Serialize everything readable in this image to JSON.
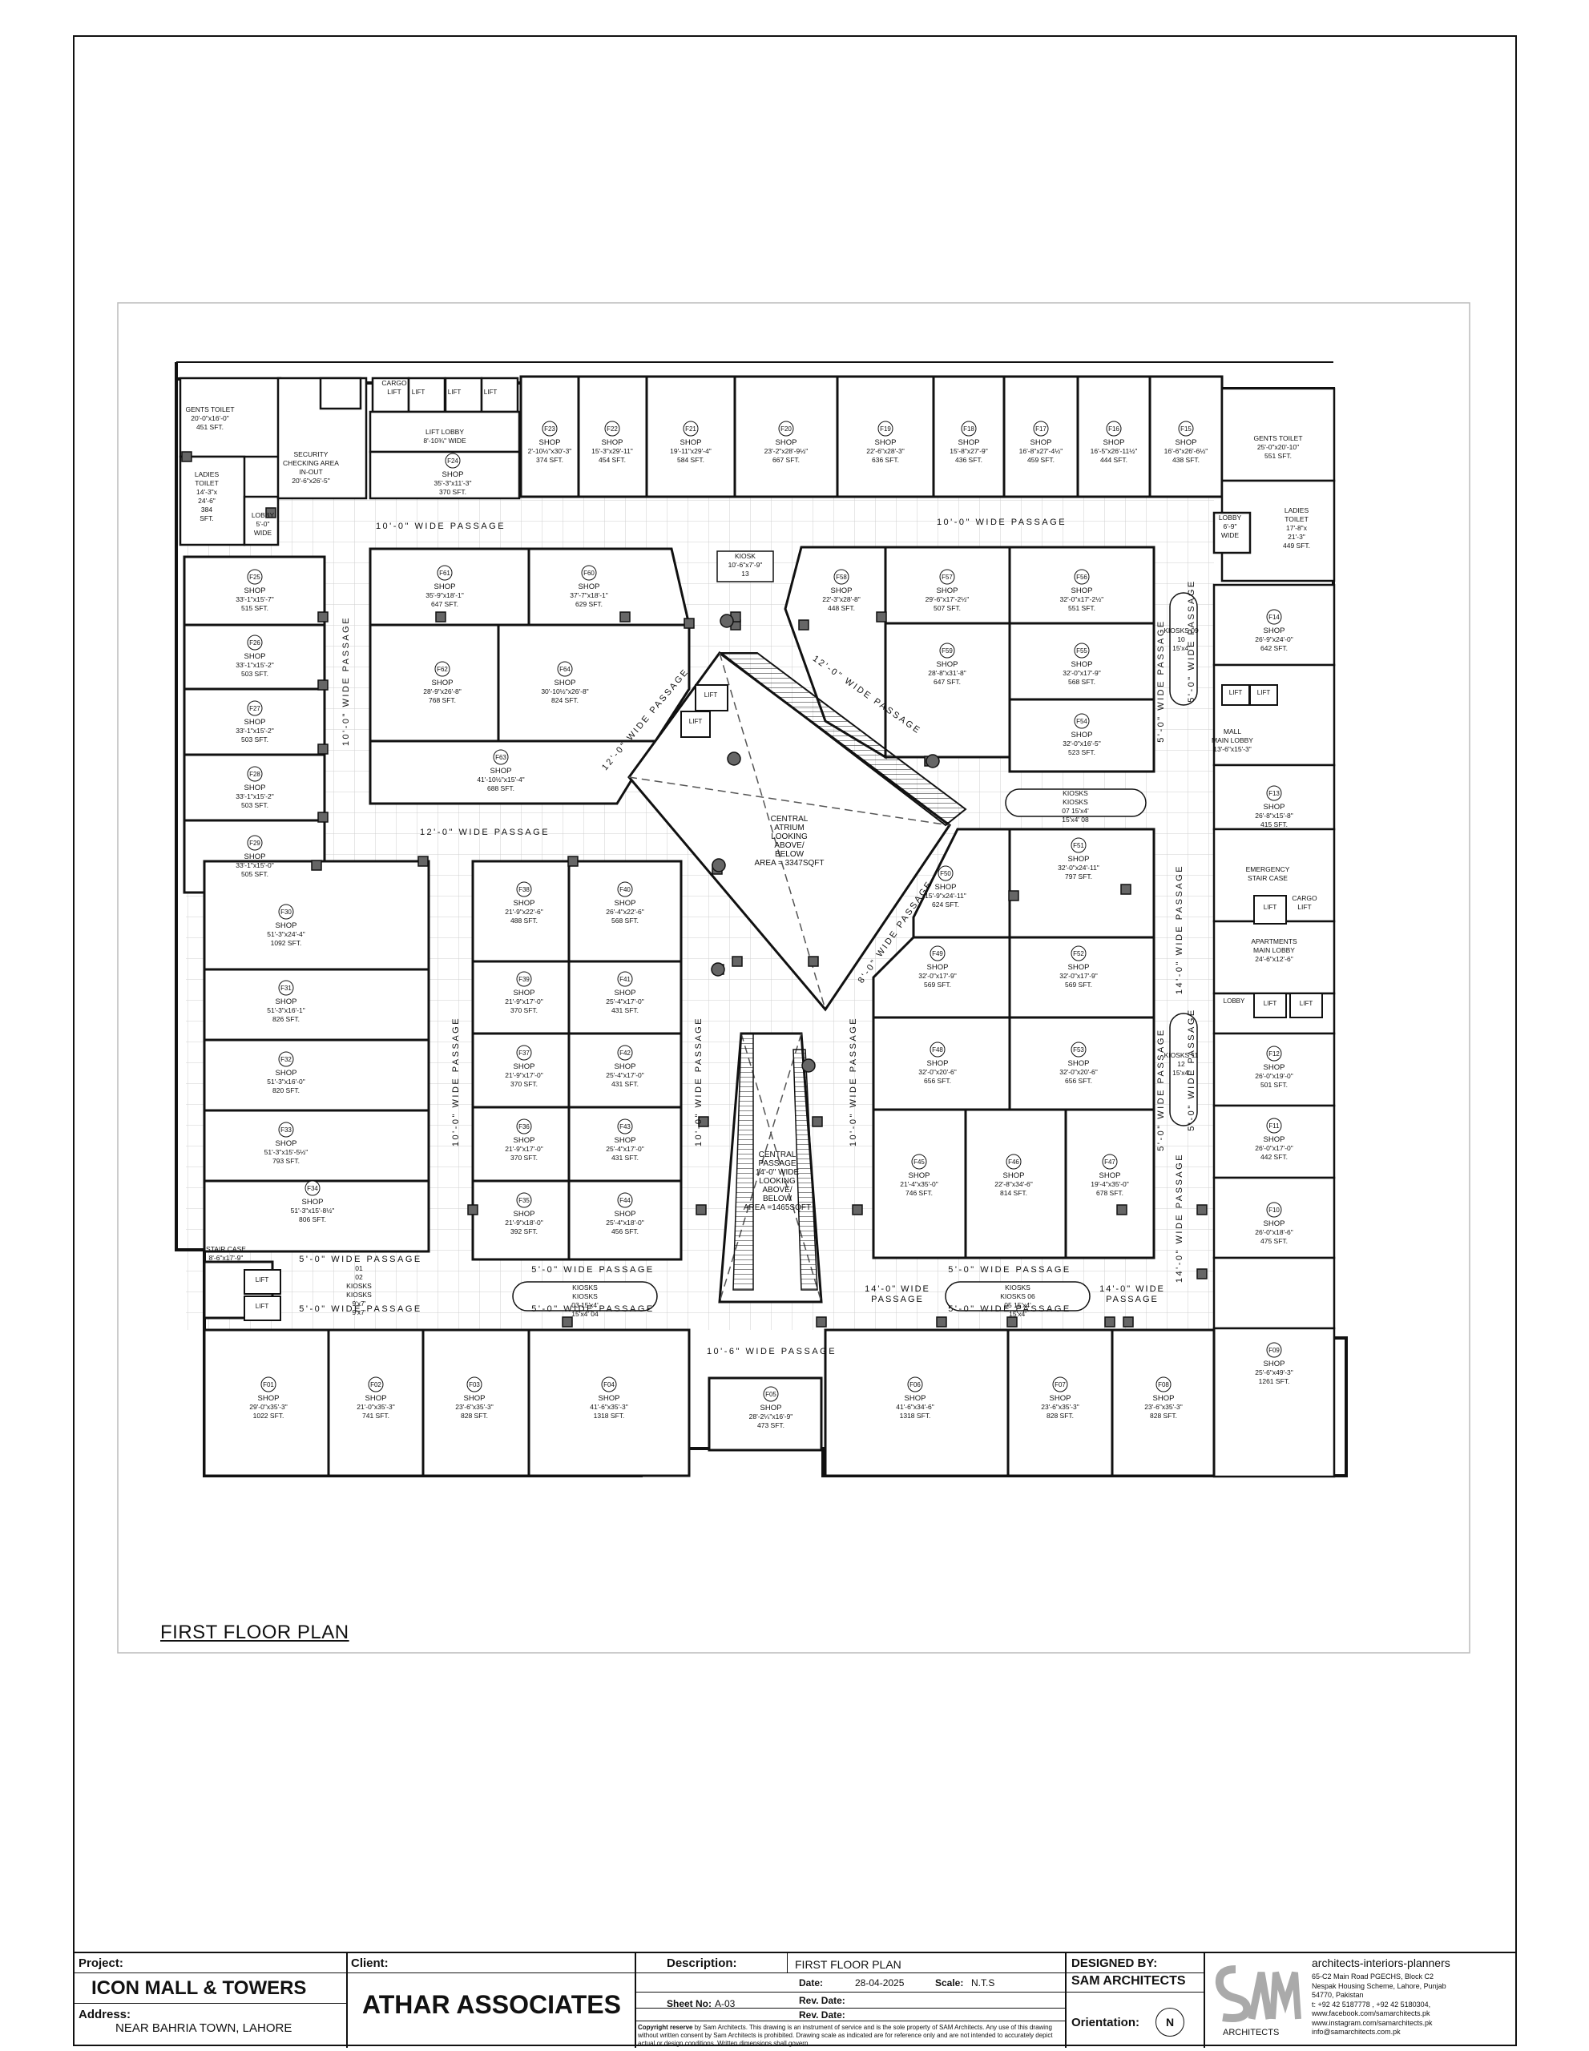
{
  "plan_title": "FIRST FLOOR PLAN",
  "services": {
    "gents_toilet_left": [
      "GENTS TOILET",
      "20'-0\"x16'-0\"",
      "451 SFT."
    ],
    "ladies_toilet_left": [
      "LADIES",
      "TOILET",
      "14'-3\"x",
      "24'-6\"",
      "384",
      "SFT."
    ],
    "lobby_left": [
      "LOBBY",
      "5'-0\"",
      "WIDE"
    ],
    "security": [
      "SECURITY",
      "CHECKING AREA",
      "IN-OUT",
      "20'-6\"x26'-5\""
    ],
    "cargo_lift_top": [
      "CARGO",
      "LIFT"
    ],
    "lift": "LIFT",
    "lift_lobby": [
      "LIFT LOBBY",
      "8'-10¾\" WIDE"
    ],
    "gents_toilet_right": [
      "GENTS TOILET",
      "25'-0\"x20'-10\"",
      "551 SFT."
    ],
    "ladies_toilet_right": [
      "LADIES",
      "TOILET",
      "17'-8\"x",
      "21'-3\"",
      "449 SFT."
    ],
    "lobby_right": [
      "LOBBY",
      "6'-9\"",
      "WIDE"
    ],
    "mall_main_lobby": [
      "MALL",
      "MAIN LOBBY",
      "13'-6\"x15'-3\""
    ],
    "emergency_stair": [
      "EMERGENCY",
      "STAIR CASE"
    ],
    "cargo_lift_right": [
      "CARGO",
      "LIFT"
    ],
    "apartments_lobby": [
      "APARTMENTS",
      "MAIN LOBBY",
      "24'-6\"x12'-6\""
    ],
    "stair_case": [
      "STAIR CASE",
      "8'-6\"x17'-9\""
    ],
    "lobby_small": "LOBBY",
    "kiosk_centre": [
      "KIOSK",
      "10'-6\"x7'-9\"",
      "13"
    ],
    "central_atrium": [
      "CENTRAL",
      "ATRIUM",
      "LOOKING",
      "ABOVE/",
      "BELOW",
      "AREA = 3347SQFT"
    ],
    "central_passage": [
      "CENTRAL",
      "PASSAGE",
      "14'-0\" WIDE",
      "LOOKING",
      "ABOVE/",
      "BELOW",
      "AREA =1465SQFT"
    ],
    "kiosks_01_02": [
      "01",
      "02",
      "KIOSKS",
      "KIOSKS",
      "9'x7'",
      "9'x7'"
    ],
    "kiosks_03_04": [
      "KIOSKS",
      "KIOSKS",
      "03  15'x4'",
      "15'x4'  04"
    ],
    "kiosks_05_06": [
      "KIOSKS",
      "KIOSKS 06",
      "05 15'x4'",
      "15'x4'"
    ],
    "kiosks_07_08": [
      "KIOSKS",
      "KIOSKS",
      "07  15'x4'",
      "15'x4'  08"
    ],
    "kiosks_side_09_10": [
      "KIOSKS 09",
      "10",
      "15'x4'"
    ],
    "kiosks_side_11_12": [
      "KIOSKS 11",
      "12",
      "15'x4'"
    ]
  },
  "passages": {
    "p10_left": "10'-0\" WIDE PASSAGE",
    "p10_right": "10'-0\" WIDE PASSAGE",
    "p10_vert_left": "10'-0\" WIDE PASSAGE",
    "p12_left": "12'-0\" WIDE PASSAGE",
    "p12_diag_a": "12'-0\" WIDE PASSAGE",
    "p12_diag_b": "12'-0\" WIDE PASSAGE",
    "p8_diag": "8'-0\" WIDE PASSAGE",
    "p10_v_mid_a": "10'-0\" WIDE PASSAGE",
    "p10_v_mid_b": "10'-0\" WIDE PASSAGE",
    "p10_v_mid_c": "10'-0\" WIDE PASSAGE",
    "p5_r_a": "5'-0\" WIDE PASSAGE",
    "p5_r_b": "5'-0\" WIDE PASSAGE",
    "p5_bottom_left_a": "5'-0\" WIDE PASSAGE",
    "p5_bottom_left_b": "5'-0\" WIDE PASSAGE",
    "p5_bottom_mid_a": "5'-0\" WIDE PASSAGE",
    "p5_bottom_mid_b": "5'-0\" WIDE PASSAGE",
    "p5_bottom_right_a": "5'-0\" WIDE PASSAGE",
    "p5_bottom_right_b": "5'-0\" WIDE PASSAGE",
    "p14_right_a": "14'-0\" WIDE PASSAGE",
    "p14_right_b": "14'-0\" WIDE PASSAGE",
    "p14_bottom_a": [
      "14'-0\" WIDE",
      "PASSAGE"
    ],
    "p14_bottom_b": [
      "14'-0\" WIDE",
      "PASSAGE"
    ],
    "p10_6_bottom": "10'-6\" WIDE PASSAGE",
    "p5_v_right_a": "5'-0\" WIDE PASSAGE",
    "p5_v_right_b": "5'-0\" WIDE PASSAGE"
  },
  "shops": [
    {
      "id": "F23",
      "dims": "2'-10½\"x30'-3\"",
      "area": "374 SFT."
    },
    {
      "id": "F22",
      "dims": "15'-3\"x29'-11\"",
      "area": "454 SFT."
    },
    {
      "id": "F21",
      "dims": "19'-11\"x29'-4\"",
      "area": "584 SFT."
    },
    {
      "id": "F20",
      "dims": "23'-2\"x28'-9½\"",
      "area": "667 SFT."
    },
    {
      "id": "F19",
      "dims": "22'-6\"x28'-3\"",
      "area": "636 SFT."
    },
    {
      "id": "F18",
      "dims": "15'-8\"x27'-9\"",
      "area": "436 SFT."
    },
    {
      "id": "F17",
      "dims": "16'-8\"x27'-4½\"",
      "area": "459 SFT."
    },
    {
      "id": "F16",
      "dims": "16'-5\"x26'-11½\"",
      "area": "444 SFT."
    },
    {
      "id": "F15",
      "dims": "16'-6\"x26'-6½\"",
      "area": "438 SFT."
    },
    {
      "id": "F24",
      "dims": "35'-3\"x11'-3\"",
      "area": "370 SFT."
    },
    {
      "id": "F25",
      "dims": "33'-1\"x15'-7\"",
      "area": "515 SFT."
    },
    {
      "id": "F26",
      "dims": "33'-1\"x15'-2\"",
      "area": "503 SFT."
    },
    {
      "id": "F27",
      "dims": "33'-1\"x15'-2\"",
      "area": "503 SFT."
    },
    {
      "id": "F28",
      "dims": "33'-1\"x15'-2\"",
      "area": "503 SFT."
    },
    {
      "id": "F29",
      "dims": "33'-1\"x15'-0\"",
      "area": "505 SFT."
    },
    {
      "id": "F61",
      "dims": "35'-9\"x18'-1\"",
      "area": "647 SFT."
    },
    {
      "id": "F60",
      "dims": "37'-7\"x18'-1\"",
      "area": "629 SFT."
    },
    {
      "id": "F62",
      "dims": "28'-9\"x26'-8\"",
      "area": "768 SFT."
    },
    {
      "id": "F64",
      "dims": "30'-10½\"x26'-8\"",
      "area": "824 SFT."
    },
    {
      "id": "F63",
      "dims": "41'-10½\"x15'-4\"",
      "area": "688 SFT."
    },
    {
      "id": "F58",
      "dims": "22'-3\"x28'-8\"",
      "area": "448 SFT."
    },
    {
      "id": "F57",
      "dims": "29'-6\"x17'-2½\"",
      "area": "507 SFT."
    },
    {
      "id": "F56",
      "dims": "32'-0\"x17'-2½\"",
      "area": "551 SFT."
    },
    {
      "id": "F59",
      "dims": "28'-8\"x31'-8\"",
      "area": "647 SFT."
    },
    {
      "id": "F55",
      "dims": "32'-0\"x17'-9\"",
      "area": "568 SFT."
    },
    {
      "id": "F54",
      "dims": "32'-0\"x16'-5\"",
      "area": "523 SFT."
    },
    {
      "id": "F14",
      "dims": "26'-9\"x24'-0\"",
      "area": "642 SFT."
    },
    {
      "id": "F13",
      "dims": "26'-8\"x15'-8\"",
      "area": "415 SFT."
    },
    {
      "id": "F30",
      "dims": "51'-3\"x24'-4\"",
      "area": "1092 SFT."
    },
    {
      "id": "F38",
      "dims": "21'-9\"x22'-6\"",
      "area": "488 SFT."
    },
    {
      "id": "F40",
      "dims": "26'-4\"x22'-6\"",
      "area": "568 SFT."
    },
    {
      "id": "F31",
      "dims": "51'-3\"x16'-1\"",
      "area": "826 SFT."
    },
    {
      "id": "F32",
      "dims": "51'-3\"x16'-0\"",
      "area": "820 SFT."
    },
    {
      "id": "F33",
      "dims": "51'-3\"x15'-5½\"",
      "area": "793 SFT."
    },
    {
      "id": "F34",
      "dims": "51'-3\"x15'-8½\"",
      "area": "806 SFT."
    },
    {
      "id": "F39",
      "dims": "21'-9\"x17'-0\"",
      "area": "370 SFT."
    },
    {
      "id": "F41",
      "dims": "25'-4\"x17'-0\"",
      "area": "431 SFT."
    },
    {
      "id": "F37",
      "dims": "21'-9\"x17'-0\"",
      "area": "370 SFT."
    },
    {
      "id": "F42",
      "dims": "25'-4\"x17'-0\"",
      "area": "431 SFT."
    },
    {
      "id": "F36",
      "dims": "21'-9\"x17'-0\"",
      "area": "370 SFT."
    },
    {
      "id": "F43",
      "dims": "25'-4\"x17'-0\"",
      "area": "431 SFT."
    },
    {
      "id": "F35",
      "dims": "21'-9\"x18'-0\"",
      "area": "392 SFT."
    },
    {
      "id": "F44",
      "dims": "25'-4\"x18'-0\"",
      "area": "456 SFT."
    },
    {
      "id": "F50",
      "dims": "15'-9\"x24'-11\"",
      "area": "624 SFT."
    },
    {
      "id": "F51",
      "dims": "32'-0\"x24'-11\"",
      "area": "797 SFT."
    },
    {
      "id": "F49",
      "dims": "32'-0\"x17'-9\"",
      "area": "569 SFT."
    },
    {
      "id": "F52",
      "dims": "32'-0\"x17'-9\"",
      "area": "569 SFT."
    },
    {
      "id": "F48",
      "dims": "32'-0\"x20'-6\"",
      "area": "656 SFT."
    },
    {
      "id": "F53",
      "dims": "32'-0\"x20'-6\"",
      "area": "656 SFT."
    },
    {
      "id": "F45",
      "dims": "21'-4\"x35'-0\"",
      "area": "746 SFT."
    },
    {
      "id": "F46",
      "dims": "22'-8\"x34'-6\"",
      "area": "814 SFT."
    },
    {
      "id": "F47",
      "dims": "19'-4\"x35'-0\"",
      "area": "678 SFT."
    },
    {
      "id": "F12",
      "dims": "26'-0\"x19'-0\"",
      "area": "501 SFT."
    },
    {
      "id": "F11",
      "dims": "26'-0\"x17'-0\"",
      "area": "442 SFT."
    },
    {
      "id": "F10",
      "dims": "26'-0\"x18'-6\"",
      "area": "475 SFT."
    },
    {
      "id": "F09",
      "dims": "25'-6\"x49'-3\"",
      "area": "1261 SFT."
    },
    {
      "id": "F01",
      "dims": "29'-0\"x35'-3\"",
      "area": "1022 SFT."
    },
    {
      "id": "F02",
      "dims": "21'-0\"x35'-3\"",
      "area": "741 SFT."
    },
    {
      "id": "F03",
      "dims": "23'-6\"x35'-3\"",
      "area": "828 SFT."
    },
    {
      "id": "F04",
      "dims": "41'-6\"x35'-3\"",
      "area": "1318 SFT."
    },
    {
      "id": "F05",
      "dims": "28'-2¼\"x16'-9\"",
      "area": "473 SFT."
    },
    {
      "id": "F06",
      "dims": "41'-6\"x34'-6\"",
      "area": "1318 SFT."
    },
    {
      "id": "F07",
      "dims": "23'-6\"x35'-3\"",
      "area": "828 SFT."
    },
    {
      "id": "F08",
      "dims": "23'-6\"x35'-3\"",
      "area": "828 SFT."
    }
  ],
  "shop_word": "SHOP",
  "title_block": {
    "project_label": "Project:",
    "project_name": "ICON MALL  & TOWERS",
    "address_label": "Address:",
    "address": "NEAR BAHRIA TOWN, LAHORE",
    "client_label": "Client:",
    "client_name": "ATHAR ASSOCIATES",
    "description_label": "Description:",
    "description": "FIRST FLOOR PLAN",
    "sheet_label": "Sheet No:",
    "sheet_no": "A-03",
    "date_label": "Date:",
    "date": "28-04-2025",
    "scale_label": "Scale:",
    "scale": "N.T.S",
    "rev_label": "Rev. Date:",
    "rev_date_label": "Rev. Date:",
    "copyright_bold": "Copyright reserve",
    "copyright": "by Sam Architects. This drawing is an instrument of service and is the sole property of SAM Architects. Any use of this drawing without written consent by Sam Architects is prohibited. Drawing scale as indicated are for reference only and are not intended to accurately depict actual or design conditions. Written dimensions shall govern.",
    "designed_label": "DESIGNED BY:",
    "designed_by": "SAM ARCHITECTS",
    "orientation_label": "Orientation:",
    "north": "N",
    "tagline": "architects-interiors-planners",
    "logo_word": "ARCHITECTS",
    "firm_address": [
      "65-C2 Main Road PGECHS, Block C2",
      "Nespak Housing Scheme, Lahore, Punjab",
      "54770, Pakistan",
      "t: +92 42 5187778 , +92 42 5180304,",
      "www.facebook.com/samarchitects.pk",
      "www.instagram.com/samarchitects.pk",
      "info@samarchitects.com.pk"
    ]
  }
}
